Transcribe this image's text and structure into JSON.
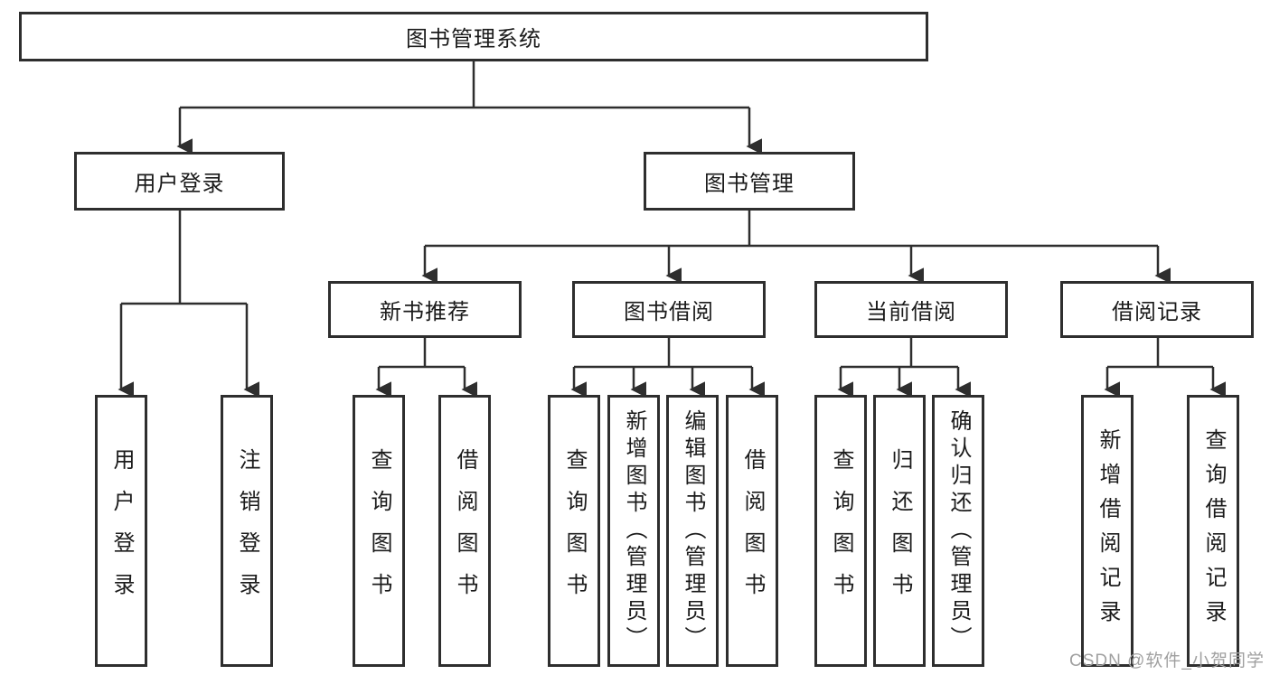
{
  "diagram": {
    "title": "图书管理系统",
    "root": {
      "label": "图书管理系统"
    },
    "level2": [
      {
        "label": "用户登录"
      },
      {
        "label": "图书管理"
      }
    ],
    "level3": [
      {
        "label": "新书推荐"
      },
      {
        "label": "图书借阅"
      },
      {
        "label": "当前借阅"
      },
      {
        "label": "借阅记录"
      }
    ],
    "leaves": [
      {
        "label": "用户登录",
        "parent": "用户登录"
      },
      {
        "label": "注销登录",
        "parent": "用户登录"
      },
      {
        "label": "查询图书",
        "parent": "新书推荐"
      },
      {
        "label": "借阅图书",
        "parent": "新书推荐"
      },
      {
        "label": "查询图书",
        "parent": "图书借阅"
      },
      {
        "label": "新增图书（管理员）",
        "parent": "图书借阅"
      },
      {
        "label": "编辑图书（管理员）",
        "parent": "图书借阅"
      },
      {
        "label": "借阅图书",
        "parent": "图书借阅"
      },
      {
        "label": "查询图书",
        "parent": "当前借阅"
      },
      {
        "label": "归还图书",
        "parent": "当前借阅"
      },
      {
        "label": "确认归还（管理员）",
        "parent": "当前借阅"
      },
      {
        "label": "新增借阅记录",
        "parent": "借阅记录"
      },
      {
        "label": "查询借阅记录",
        "parent": "借阅记录"
      }
    ],
    "colors": {
      "line": "#2e2e2e",
      "text": "#1b1b1b",
      "background": "#ffffff",
      "watermark": "#a0a0a0"
    }
  },
  "watermark": {
    "text": "CSDN @软件_小贺同学"
  }
}
